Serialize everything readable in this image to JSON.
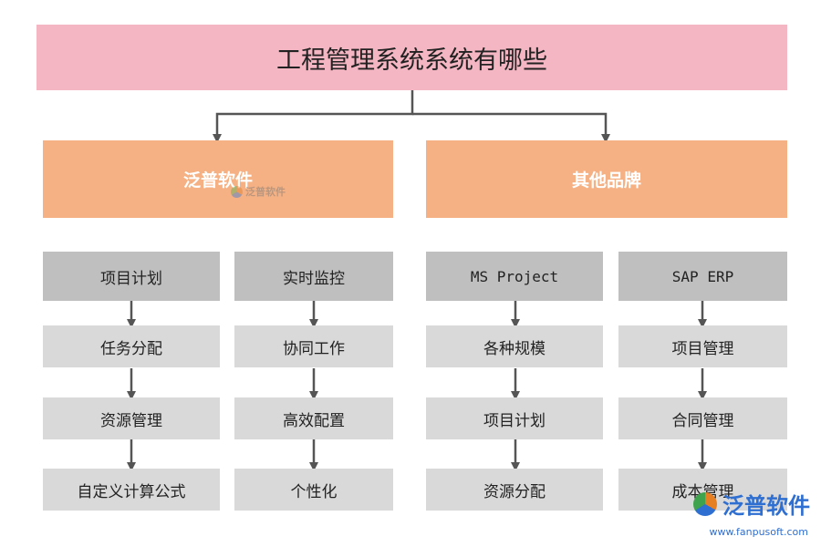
{
  "title": "工程管理系统系统有哪些",
  "categories": [
    {
      "label": "泛普软件",
      "columns": [
        {
          "header": "项目计划",
          "items": [
            "任务分配",
            "资源管理",
            "自定义计算公式"
          ]
        },
        {
          "header": "实时监控",
          "items": [
            "协同工作",
            "高效配置",
            "个性化"
          ]
        }
      ]
    },
    {
      "label": "其他品牌",
      "columns": [
        {
          "header": "MS Project",
          "items": [
            "各种规模",
            "项目计划",
            "资源分配"
          ]
        },
        {
          "header": "SAP ERP",
          "items": [
            "项目管理",
            "合同管理",
            "成本管理"
          ]
        }
      ]
    }
  ],
  "watermark": {
    "brand": "泛普软件",
    "url": "www.fanpusoft.com"
  },
  "colors": {
    "title_bg": "#f4b6c2",
    "category_bg": "#f5b183",
    "header_bg": "#bfbfbf",
    "item_bg": "#d9d9d9",
    "connector": "#555555"
  }
}
